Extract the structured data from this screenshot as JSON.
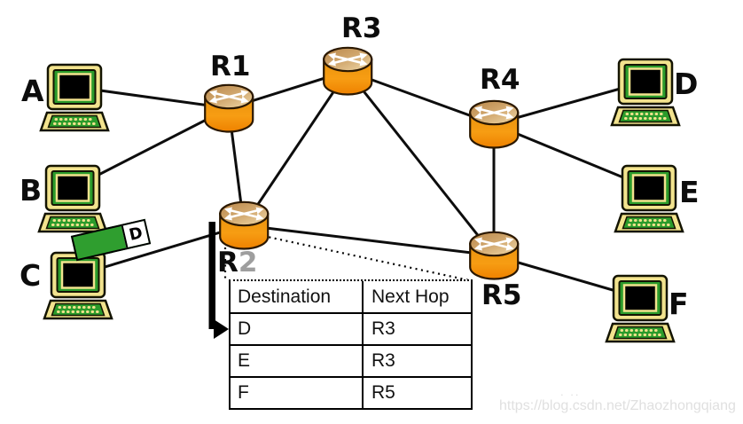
{
  "nodes": {
    "hosts": {
      "a": "A",
      "b": "B",
      "c": "C",
      "d": "D",
      "e": "E",
      "f": "F"
    },
    "routers": {
      "r1": "R1",
      "r3": "R3",
      "r4": "R4",
      "r5": "R5"
    },
    "r2": {
      "prefix": "R",
      "suffix": "2"
    }
  },
  "packet": {
    "label": "D"
  },
  "routing_table": {
    "columns": [
      "Destination",
      "Next Hop"
    ],
    "rows": [
      {
        "destination": "D",
        "next_hop": "R3"
      },
      {
        "destination": "E",
        "next_hop": "R3"
      },
      {
        "destination": "F",
        "next_hop": "R5"
      }
    ]
  },
  "watermark": {
    "dots": ". ..",
    "url": "https://blog.csdn.net/Zhaozhongqiang"
  },
  "colors": {
    "router_body_orange": "#f19105",
    "router_top_tan": "#d2a970",
    "host_green": "#2b9b2b",
    "host_cream": "#f2e38e",
    "packet_green": "#2f9e2f",
    "line_black": "#0d0d0d",
    "r2_suffix_gray": "#9e9e9e",
    "watermark_gray": "#e0e0e0"
  }
}
